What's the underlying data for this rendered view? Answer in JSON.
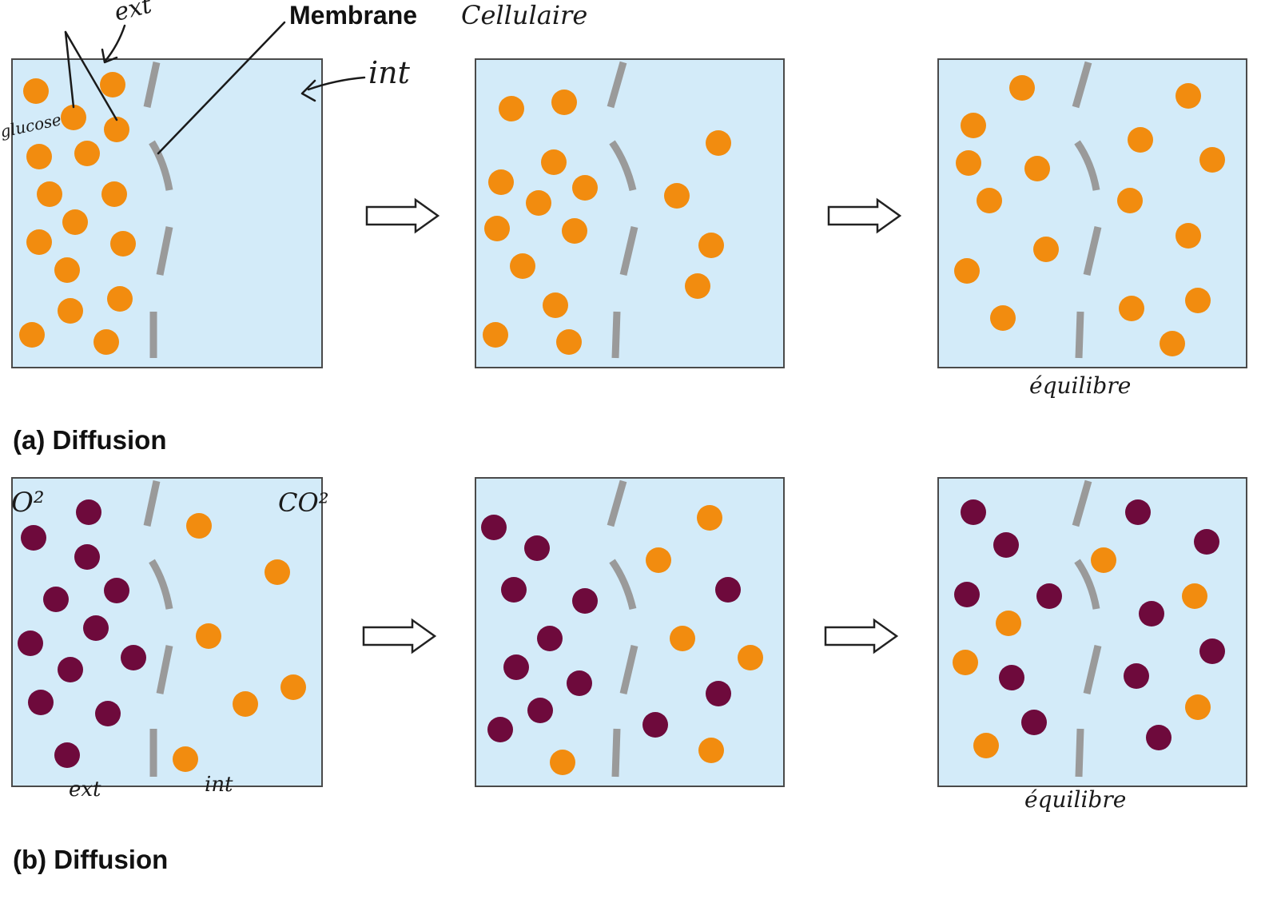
{
  "colors": {
    "box_fill": "#d3ebf9",
    "box_stroke": "#4a4a4a",
    "membrane": "#9a9a9a",
    "glucose": "#f28c0f",
    "oxygen": "#6e0a3c",
    "co2": "#f28c0f"
  },
  "labels": {
    "membrane_printed": "Membrane",
    "membrane_hand": "Cellulaire",
    "ext_top": "ext",
    "int_top": "int",
    "glucose": "glucose",
    "equilibre_a": "équilibre",
    "caption_a": "(a) Diffusion",
    "o2": "O²",
    "co2": "CO²",
    "ext_bottom": "ext",
    "int_bottom": "int",
    "equilibre_b": "équilibre",
    "caption_b": "(b) Diffusion"
  },
  "icons": {
    "arrow": "hollow-right-arrow-icon"
  }
}
